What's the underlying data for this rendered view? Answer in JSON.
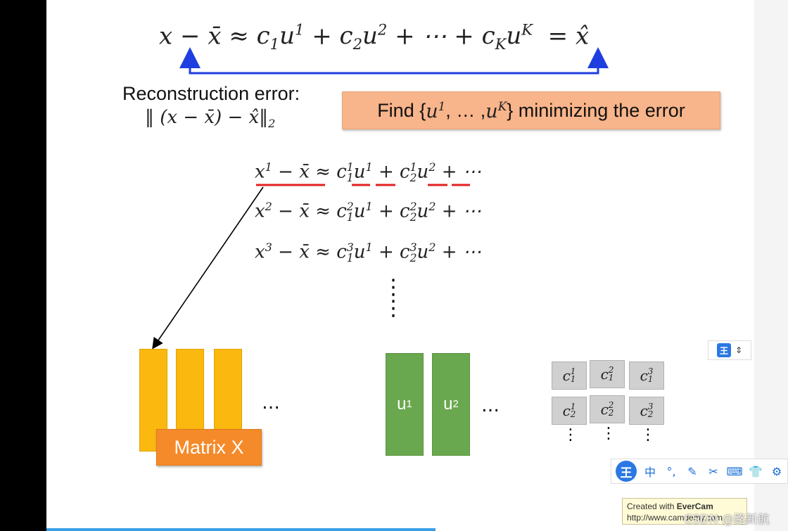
{
  "slide": {
    "equation_main": {
      "x": "x",
      "minus": "−",
      "xbar": "x̄",
      "approx": "≈",
      "c1": "c",
      "c1_sub": "1",
      "u1": "u",
      "u1_sup": "1",
      "plus1": "+",
      "c2": "c",
      "c2_sub": "2",
      "u2": "u",
      "u2_sup": "2",
      "plus2": "+ ⋯ +",
      "cK": "c",
      "cK_sub": "K",
      "uK": "u",
      "uK_sup": "K",
      "equals": "=",
      "xhat": "x̂"
    },
    "reconstruction_label": "Reconstruction error:",
    "reconstruction_formula": "‖ (x − x̄) − x̂‖",
    "reconstruction_formula_sub": "2",
    "find_box": {
      "prefix": "Find {",
      "u1": "u",
      "u1_sup": "1",
      "mid": ", … , ",
      "uK": "u",
      "uK_sup": "K",
      "suffix": "} minimizing the error"
    },
    "rows": [
      {
        "x_sup": "1",
        "c1_sup": "1",
        "c2_sup": "1"
      },
      {
        "x_sup": "2",
        "c1_sup": "2",
        "c2_sup": "2"
      },
      {
        "x_sup": "3",
        "c1_sup": "3",
        "c2_sup": "3"
      }
    ],
    "row_parts": {
      "x": "x",
      "minus_xbar": " − x̄ ≈ ",
      "c": "c",
      "c1_sub": "1",
      "c2_sub": "2",
      "u": "u",
      "u1_sup": "1",
      "u2_sup": "2",
      "plus": " + ",
      "tail": " + ⋯"
    },
    "vertical_dots": "⋮",
    "matrix_label": "Matrix X",
    "ellipsis": "…",
    "u_bars": [
      {
        "base": "u",
        "sup": "1"
      },
      {
        "base": "u",
        "sup": "2"
      }
    ],
    "c_grid": {
      "base": "c",
      "rows": [
        [
          {
            "sup": "1",
            "sub": "1"
          },
          {
            "sup": "2",
            "sub": "1"
          },
          {
            "sup": "3",
            "sub": "1"
          }
        ],
        [
          {
            "sup": "1",
            "sub": "2"
          },
          {
            "sup": "2",
            "sub": "2"
          },
          {
            "sup": "3",
            "sub": "2"
          }
        ]
      ],
      "dots": "⋮"
    },
    "colors": {
      "yellow_bar": "#fbb80f",
      "green_bar": "#6aa84f",
      "matrix_label_bg": "#f58a2a",
      "find_box_bg": "#f8b48a",
      "arrow_blue": "#1f3ee0",
      "underline_red": "#e02020"
    }
  },
  "toolbar": {
    "logo": "王",
    "items": [
      "中",
      "°,",
      "✎",
      "✂",
      "⌨",
      "👕",
      "⚙"
    ]
  },
  "mini_toolbar": {
    "logo": "王",
    "arrows": "⇕"
  },
  "evercam": {
    "line1_prefix": "Created with ",
    "line1_brand": "EverCam",
    "line2": "http://www.camdemy.com"
  },
  "watermark": "CSDN @路新航"
}
